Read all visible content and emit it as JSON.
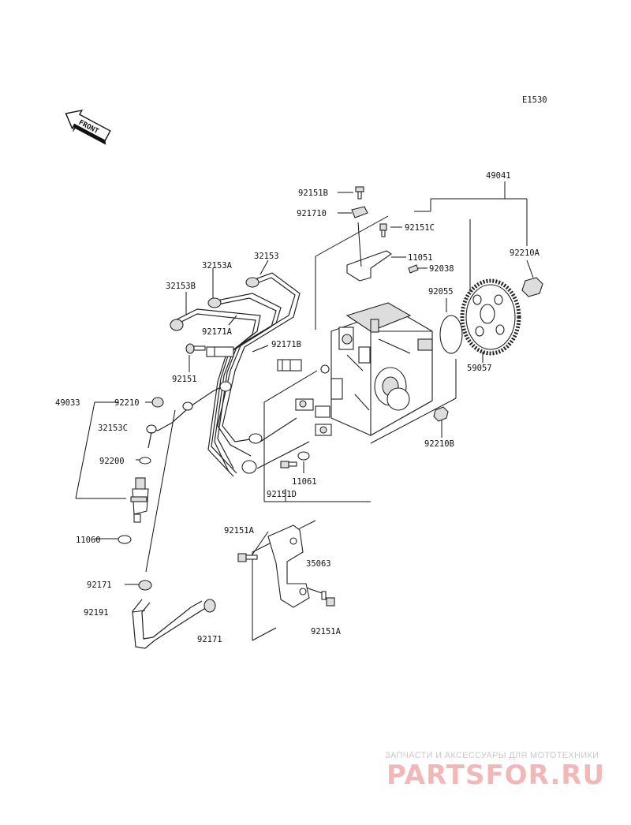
{
  "diagram": {
    "code": "E1530",
    "front_label": "FRONT",
    "part_labels": {
      "p49041": "49041",
      "p92151B": "92151B",
      "p921710": "921710",
      "p92151C": "92151C",
      "p11051": "11051",
      "p92038": "92038",
      "p92210A": "92210A",
      "p32153": "32153",
      "p32153A": "32153A",
      "p32153B": "32153B",
      "p92171A": "92171A",
      "p92171B": "92171B",
      "p92151": "92151",
      "p92055": "92055",
      "p59057": "59057",
      "p49033": "49033",
      "p92210": "92210",
      "p32153C": "32153C",
      "p92200": "92200",
      "p92210B": "92210B",
      "p11061": "11061",
      "p92151D": "92151D",
      "p11060": "11060",
      "p92151A_top": "92151A",
      "p35063": "35063",
      "p92171_left": "92171",
      "p92191": "92191",
      "p92171_bottom": "92171",
      "p92151A_bottom": "92151A"
    }
  },
  "watermark": {
    "tagline": "ЗАПЧАСТИ И АКСЕССУАРЫ ДЛЯ МОТОТЕХНИКИ",
    "brand": "PARTSFOR.RU"
  }
}
